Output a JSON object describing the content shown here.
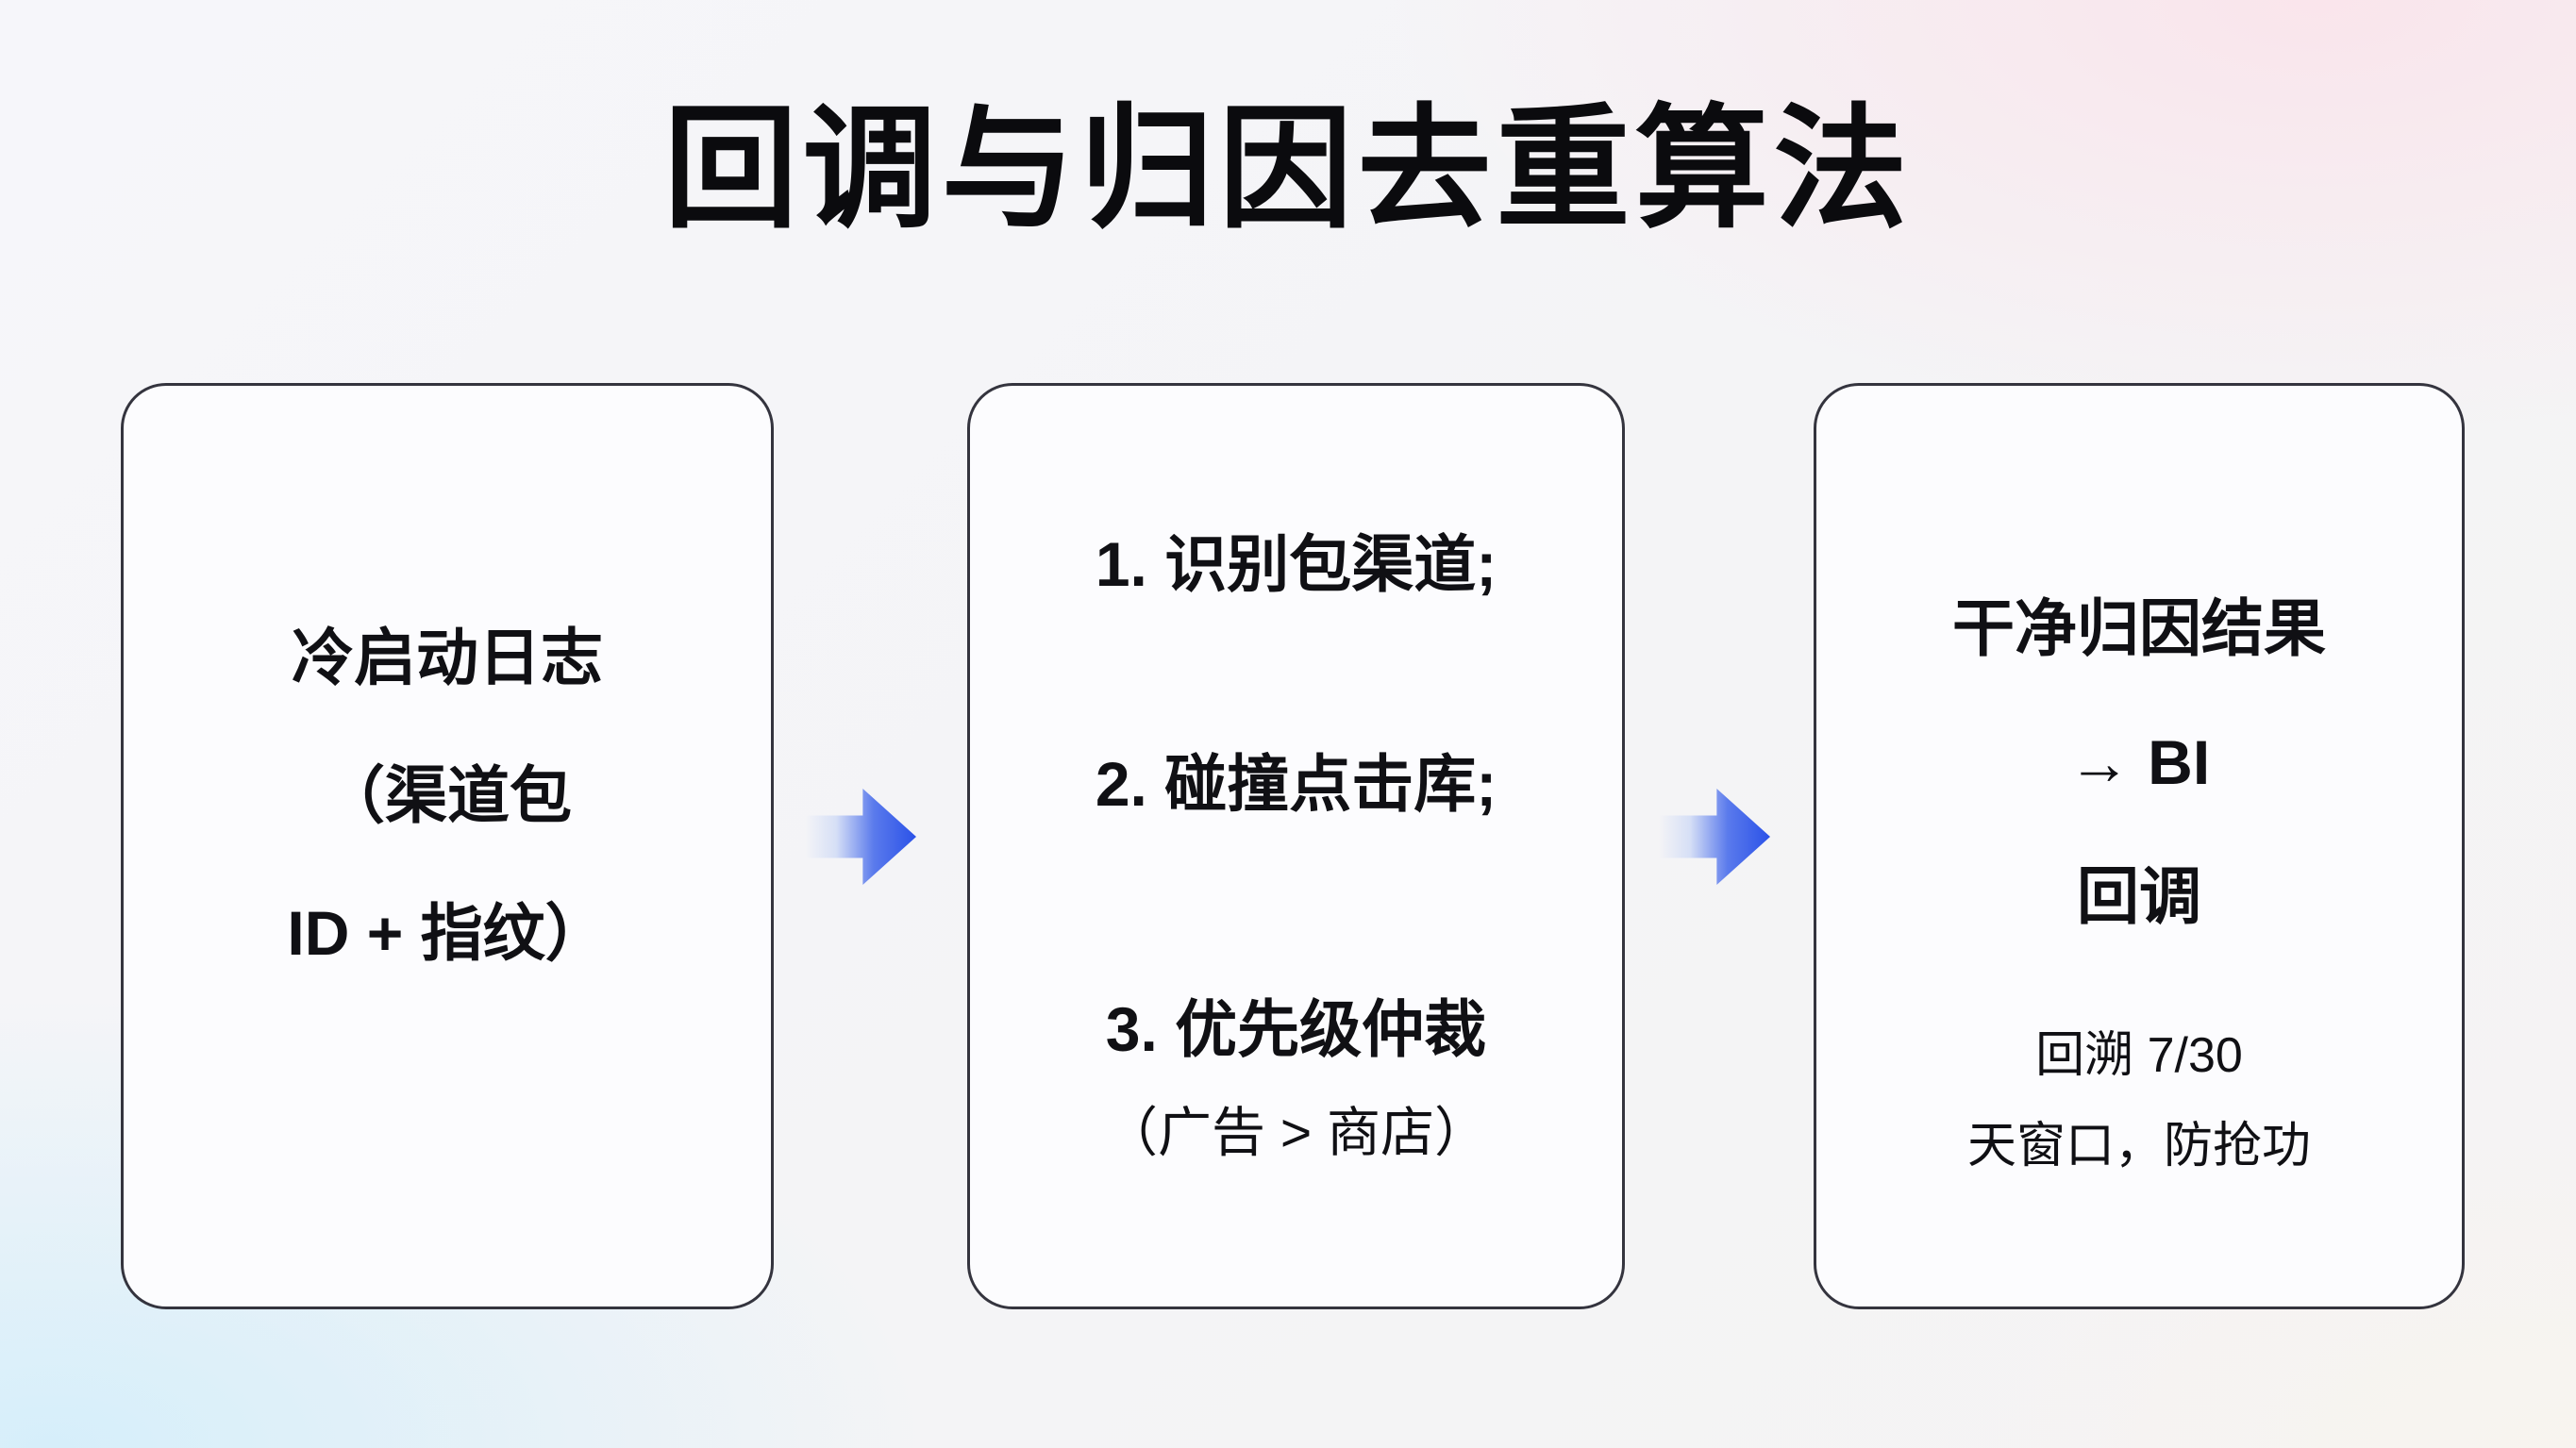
{
  "title": "回调与归因去重算法",
  "colors": {
    "arrow_blue": "#2b52e8",
    "box_border": "#34343e",
    "box_fill": "#fcfcfe",
    "background_pink_tint": "#fae4eb",
    "background_blue_tint": "#d4eefa",
    "text": "#101014"
  },
  "flow": {
    "source_box": {
      "lines": [
        "冷启动日志",
        "（渠道包",
        "ID + 指纹）"
      ]
    },
    "process_box": {
      "steps": [
        "1. 识别包渠道;",
        "2. 碰撞点击库;",
        "3. 优先级仲裁"
      ],
      "note": "（广告 > 商店）"
    },
    "result_box": {
      "lines": [
        "干净归因结果",
        "→ BI",
        "回调"
      ],
      "notes": [
        "回溯 7/30",
        "天窗口，防抢功"
      ]
    }
  }
}
